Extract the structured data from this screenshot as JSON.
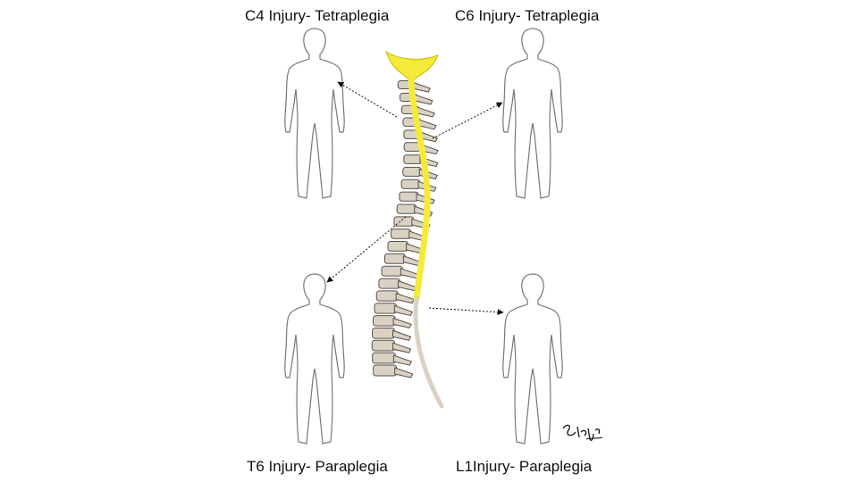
{
  "figures": [
    {
      "id": "c4",
      "label": "C4 Injury- Tetraplegia"
    },
    {
      "id": "c6",
      "label": "C6 Injury- Tetraplegia"
    },
    {
      "id": "t6",
      "label": "T6 Injury- Paraplegia"
    },
    {
      "id": "l1",
      "label": "L1Injury- Paraplegia"
    }
  ],
  "colors": {
    "paralysis_fill": "#6dd3f3",
    "body_outline": "#777777",
    "spinal_cord": "#f5ea3a",
    "vertebra": "#d9d2c4",
    "vertebra_outline": "#5a5148"
  }
}
